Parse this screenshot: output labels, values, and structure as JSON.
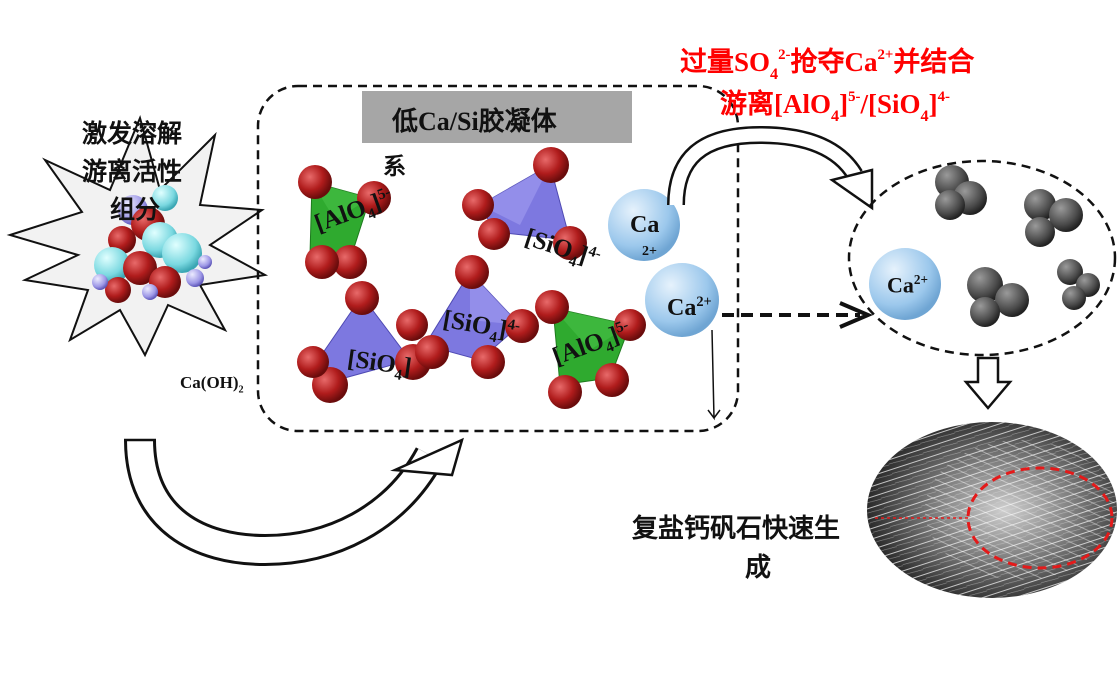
{
  "labels": {
    "activation_line1": "激发溶解",
    "activation_line2": "游离活性",
    "activation_line3": "组分",
    "caoh2_main": "Ca(OH)",
    "caoh2_sub": "2",
    "gel_title": "低Ca/Si胶凝体",
    "gel_title_cont": "系",
    "red_line1_a": "过量SO",
    "red_line1_sub": "4",
    "red_line1_sup": "2-",
    "red_line1_b": "抢夺Ca",
    "red_line1_sup2": "2+",
    "red_line1_c": "并结合",
    "red_line2_a": "游离[AlO",
    "red_line2_sub": "4",
    "red_line2_b": "]",
    "red_line2_sup": "5-",
    "red_line2_c": "/[SiO",
    "red_line2_sub2": "4",
    "red_line2_d": "]",
    "red_line2_sup2": "4-",
    "ettringite_line1": "复盐钙矾石快速生",
    "ettringite_line2": "成"
  },
  "ions": {
    "alo4_a": "[AlO",
    "alo4_sub": "4",
    "alo4_charge": "5-",
    "sio4_a": "[SiO",
    "sio4_sub": "4",
    "sio4_charge": "4-",
    "ca_big_top": "Ca",
    "ca_big_top_charge": "2+",
    "ca_big_mid": "Ca",
    "ca_big_mid_charge": "2+",
    "ca_ellipse": "Ca",
    "ca_ellipse_charge": "2+"
  },
  "colors": {
    "red_text": "#ff0000",
    "oxygen": "#b01c1c",
    "alo4_green": "#2faa2f",
    "sio4_blue": "#7d78e0",
    "ca_sphere": "#9cc8ec",
    "gray_banner": "#a6a6a6",
    "dark_sphere": "#4a4a4a"
  }
}
